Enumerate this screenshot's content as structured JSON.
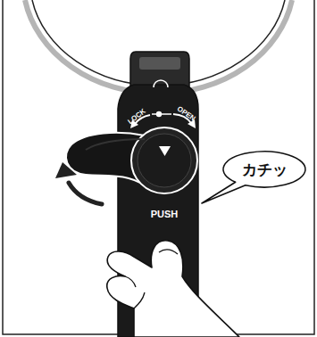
{
  "diagram": {
    "nodes": [
      {
        "text": [
          "カチッ"
        ]
      }
    ],
    "labels": [
      "LOCK",
      "OPEN",
      "PUSH"
    ]
  }
}
